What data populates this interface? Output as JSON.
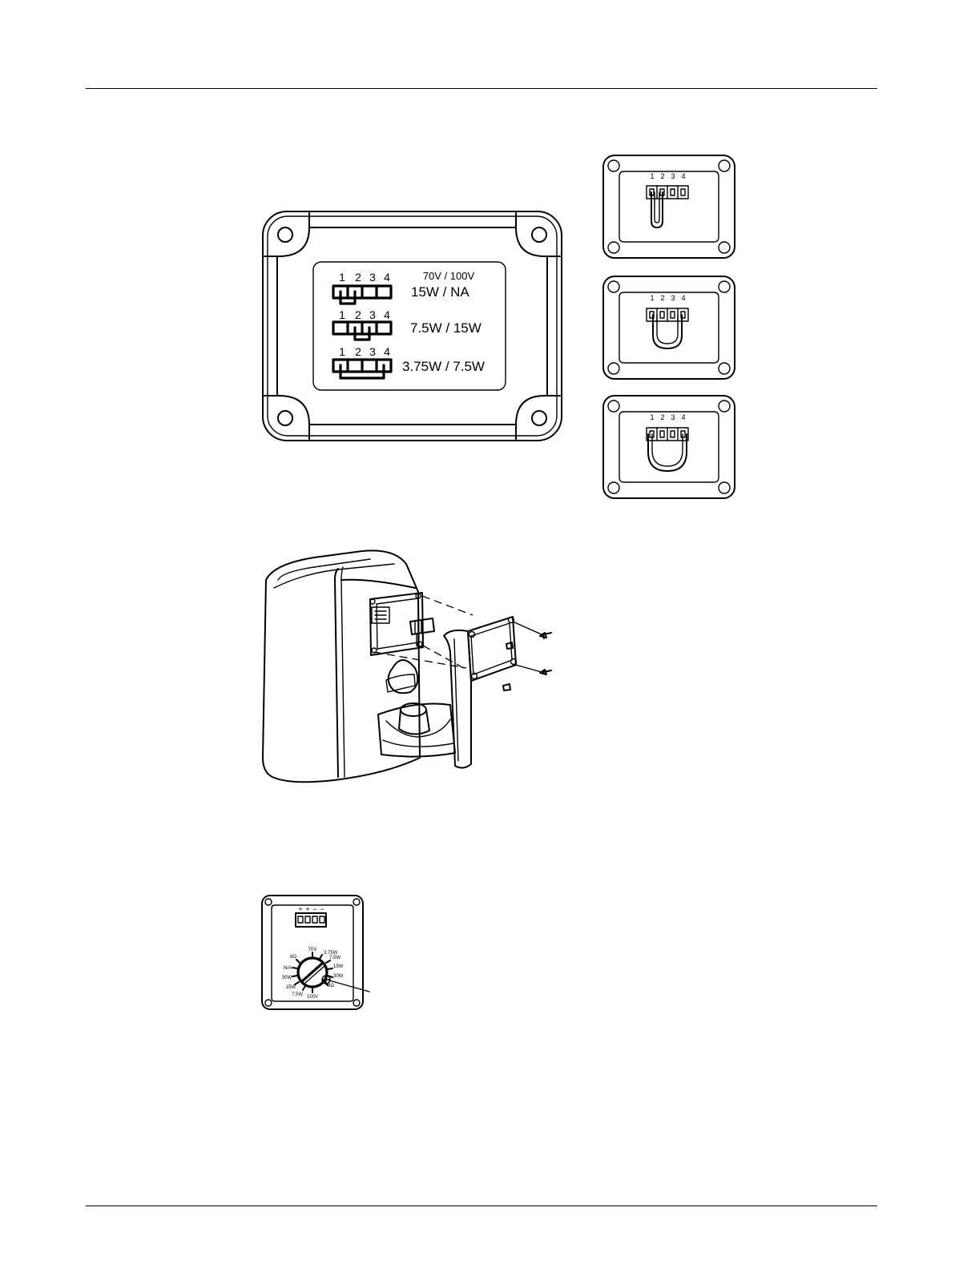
{
  "label_panel": {
    "voltage_header": "70V / 100V",
    "terminal_numbers": [
      "1",
      "2",
      "3",
      "4"
    ],
    "rows": [
      {
        "power": "15W / NA"
      },
      {
        "power": "7.5W / 15W"
      },
      {
        "power": "3.75W / 7.5W"
      }
    ]
  },
  "jumper_examples": {
    "terminal_numbers": [
      "1",
      "2",
      "3",
      "4"
    ]
  },
  "tap_dial": {
    "terminal_marks": [
      "+",
      "+",
      "−",
      "−"
    ],
    "labels": [
      "70V",
      "3.75W",
      "7.5W",
      "15W",
      "30W",
      "8Ω",
      "100V",
      "7.5W",
      "15W",
      "30W",
      "N/A",
      "8Ω"
    ]
  }
}
